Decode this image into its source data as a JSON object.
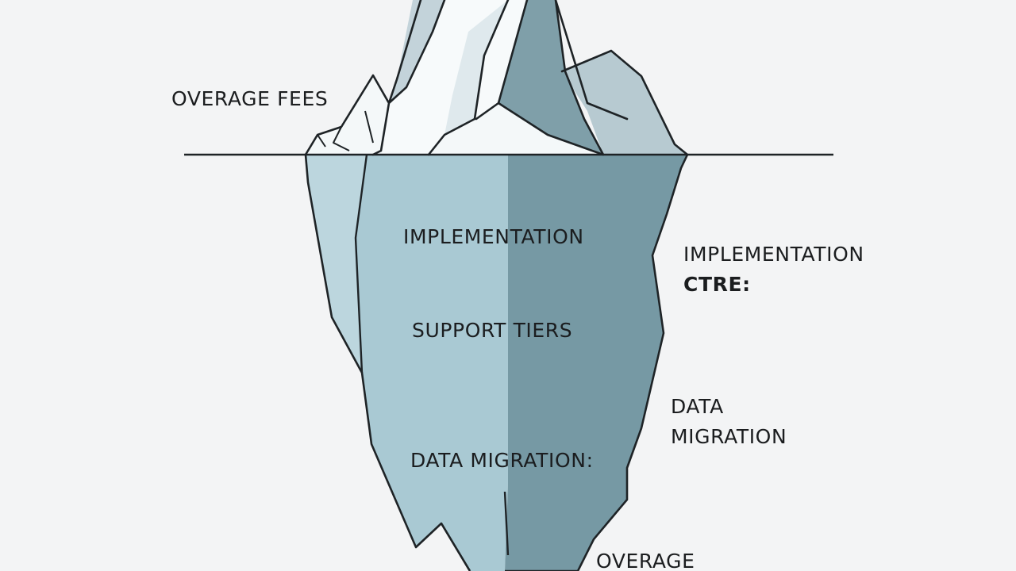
{
  "labels": {
    "above_water_left": "OVERAGE FEES",
    "in_berg_1": "IMPLEMENTATION",
    "in_berg_2": "SUPPORT TIERS",
    "in_berg_3": "DATA MIGRATION:",
    "right_1_line1": "IMPLEMENTATION",
    "right_1_line2": "CTRE:",
    "right_2": "DATA\nMIGRATION",
    "bottom_right": "OVERAGE"
  },
  "colors": {
    "background": "#f3f4f5",
    "outline": "#1e2326",
    "ice_light": "#a9c9d3",
    "ice_dark": "#7699a4",
    "ice_mid": "#8fb0bb",
    "snow": "#f7fafb",
    "snow_shade": "#c3d3da",
    "water_line": "#1e2326"
  }
}
